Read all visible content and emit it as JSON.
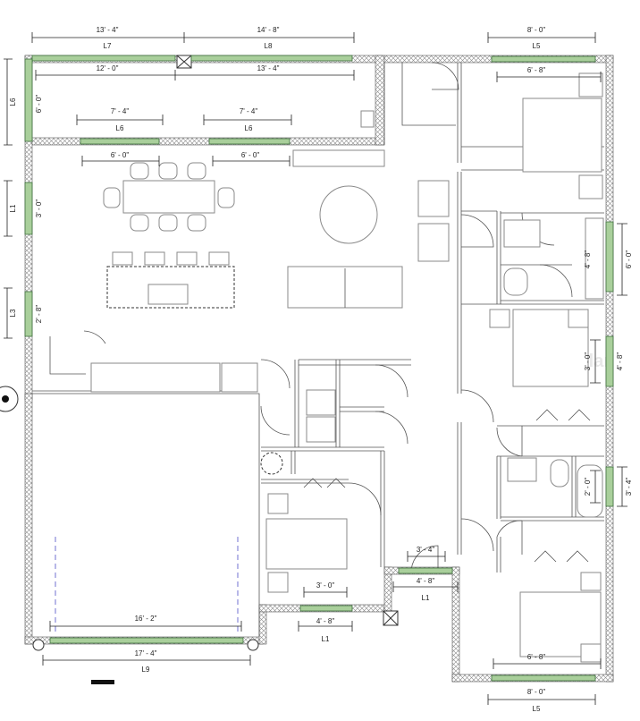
{
  "watermark": "Stellar",
  "dimensions": {
    "top_left_overall": "13' - 4\"",
    "top_mid_overall": "14' - 8\"",
    "top_left_inner": "12' - 0\"",
    "top_mid_inner": "13' - 4\"",
    "left_side_top": "6' - 0\"",
    "l6_window_a": "7' - 4\"",
    "l6_window_b": "7' - 4\"",
    "l6_inner_a": "6' - 0\"",
    "l6_inner_b": "6' - 0\"",
    "left_l1_inner": "3' - 0\"",
    "left_l3_inner": "2' - 8\"",
    "top_right_overall": "8' - 0\"",
    "top_right_inner": "6' - 8\"",
    "right_bath_inner": "4' - 8\"",
    "right_bath_outer": "6' - 0\"",
    "right_mid_inner": "3' - 0\"",
    "right_mid_outer": "4' - 8\"",
    "right_lower_inner": "2' - 0\"",
    "right_lower_outer": "3' - 4\"",
    "center_door_inner": "3' - 4\"",
    "center_door_outer": "4' - 8\"",
    "bedroom_win_inner": "3' - 0\"",
    "bedroom_win_outer": "4' - 8\"",
    "garage_inner": "16' - 2\"",
    "garage_outer": "17' - 4\"",
    "bottom_right_inner": "6' - 8\"",
    "bottom_right_overall": "8' - 0\""
  },
  "labels": {
    "top_left": "L7",
    "top_mid": "L8",
    "top_right": "L5",
    "left_top": "L6",
    "l6_a": "L6",
    "l6_b": "L6",
    "left_l1": "L1",
    "left_l3": "L3",
    "center_l1": "L1",
    "bedroom_l1": "L1",
    "garage": "L9",
    "bottom_right": "L5"
  }
}
